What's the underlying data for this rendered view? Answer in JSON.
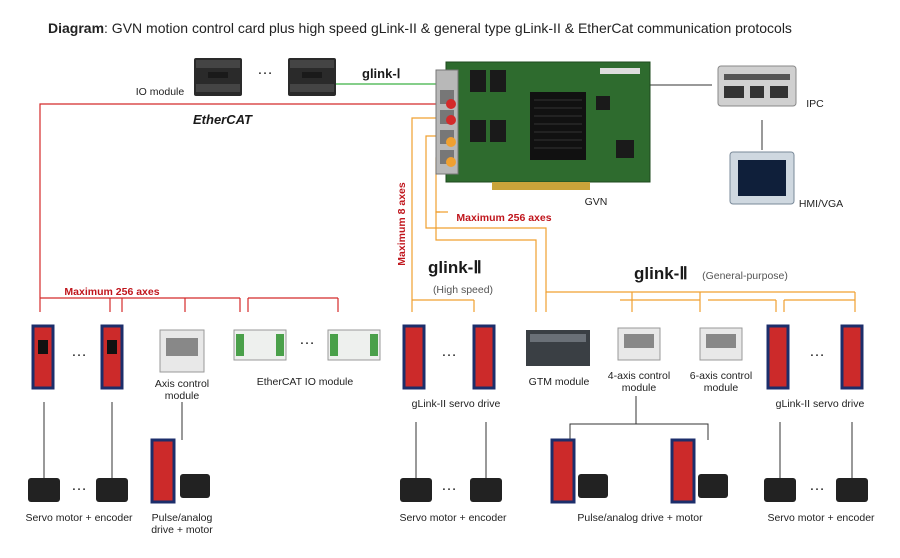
{
  "header": {
    "title_bold": "Diagram",
    "title_rest": ": GVN motion control card plus high speed gLink-II & general type gLink-II & EtherCat communication protocols"
  },
  "top": {
    "io_module": "IO module",
    "ellipsis": "…",
    "glink1": "glink-Ⅰ",
    "ethercat": "EtherCAT",
    "card": "GVN",
    "ipc": "IPC",
    "hmi": "HMI/VGA"
  },
  "annotations": {
    "max256_left": "Maximum 256 axes",
    "max8": "Maximum 8 axes",
    "max256_mid": "Maximum 256 axes"
  },
  "glink2_high": {
    "logo": "glink-Ⅱ",
    "sub": "(High speed)"
  },
  "glink2_general": {
    "logo": "glink-Ⅱ",
    "sub": "(General-purpose)"
  },
  "devices": {
    "axis_control": "Axis control module",
    "ethercat_io": "EtherCAT IO module",
    "glink_servo_left": "gLink-II servo drive",
    "gtm": "GTM module",
    "four_axis": "4-axis control module",
    "six_axis": "6-axis control module",
    "glink_servo_right": "gLink-II servo drive"
  },
  "bottom": {
    "servo_left": "Servo motor + encoder",
    "pulse_left": "Pulse/analog drive + motor",
    "servo_mid": "Servo motor + encoder",
    "pulse_mid": "Pulse/analog drive + motor",
    "servo_right": "Servo motor + encoder"
  },
  "colors": {
    "ethercat_line": "#d42a2a",
    "glink2_line": "#f0a030",
    "glink1_line": "#3cb043",
    "plain_line": "#333333"
  }
}
